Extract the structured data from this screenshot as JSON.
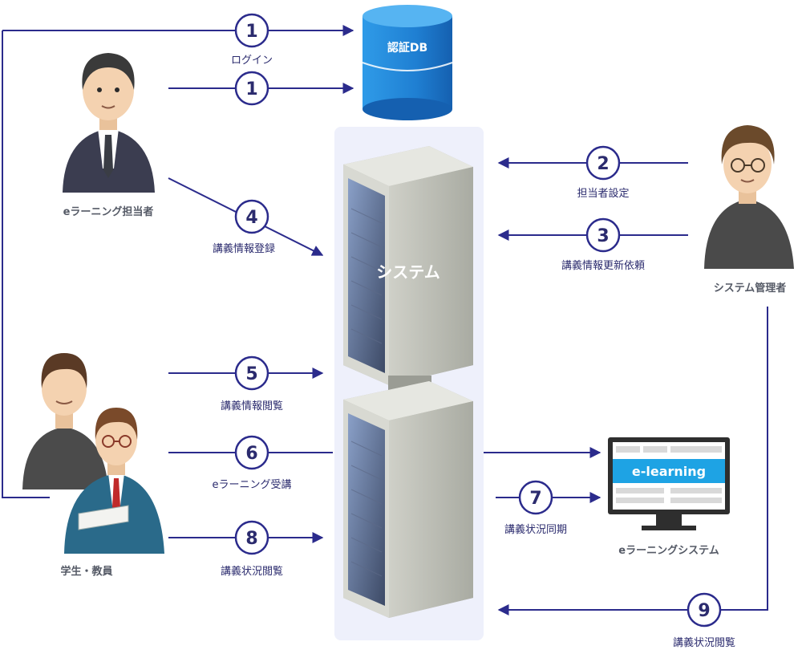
{
  "actors": {
    "admin_staff": "eラーニング担当者",
    "system_admin": "システム管理者",
    "students": "学生・教員",
    "elearning_system": "eラーニングシステム"
  },
  "components": {
    "auth_db": "認証DB",
    "system": "システム",
    "monitor_brand": "e-learning"
  },
  "steps": [
    {
      "num": "1",
      "label": "ログイン"
    },
    {
      "num": "1",
      "label": ""
    },
    {
      "num": "2",
      "label": "担当者設定"
    },
    {
      "num": "3",
      "label": "講義情報更新依頼"
    },
    {
      "num": "4",
      "label": "講義情報登録"
    },
    {
      "num": "5",
      "label": "講義情報閲覧"
    },
    {
      "num": "6",
      "label": "eラーニング受講"
    },
    {
      "num": "7",
      "label": "講義状況同期"
    },
    {
      "num": "8",
      "label": "講義状況閲覧"
    },
    {
      "num": "9",
      "label": "講義状況閲覧"
    }
  ],
  "colors": {
    "arrow": "#2b2b8c",
    "db": "#1e7fd0",
    "system_panel": "#eef0fb",
    "monitor_accent": "#1ea3e4"
  }
}
